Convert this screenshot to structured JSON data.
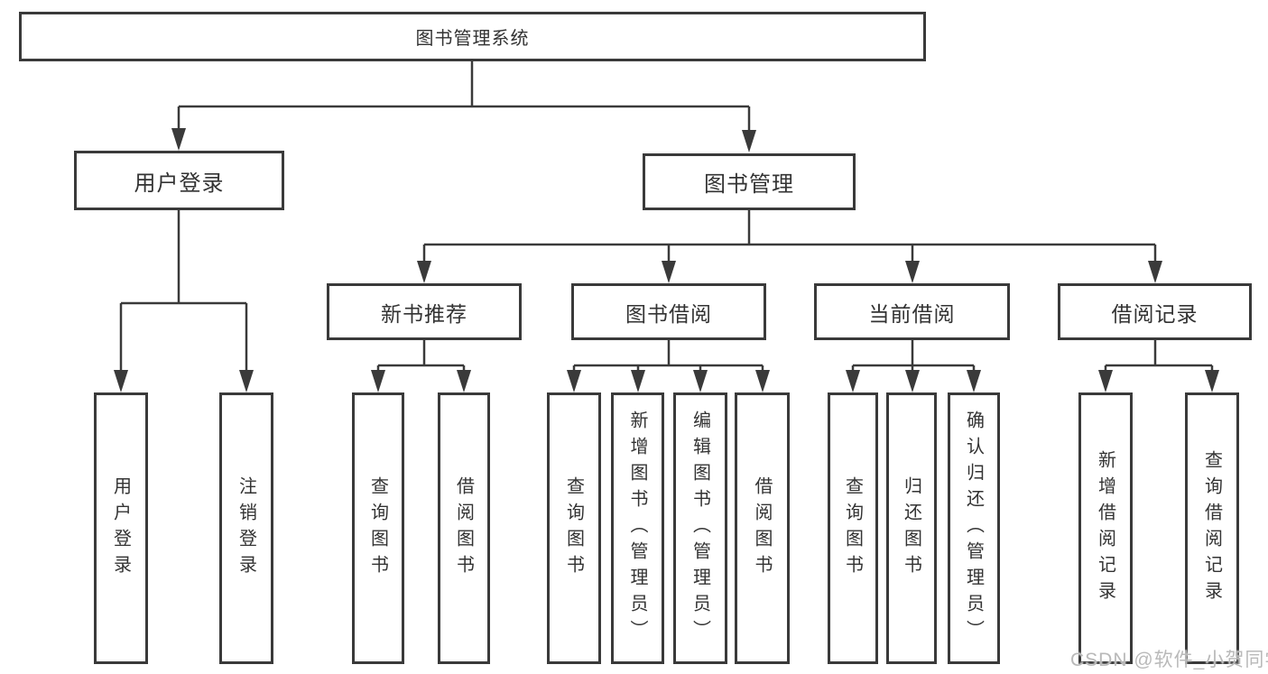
{
  "diagram": {
    "title": "图书管理系统",
    "root": {
      "label": "图书管理系统"
    },
    "branches": [
      {
        "label": "用户登录",
        "leaves": [
          {
            "label": "用户登录"
          },
          {
            "label": "注销登录"
          }
        ]
      },
      {
        "label": "图书管理",
        "groups": [
          {
            "label": "新书推荐",
            "leaves": [
              {
                "label": "查询图书"
              },
              {
                "label": "借阅图书"
              }
            ]
          },
          {
            "label": "图书借阅",
            "leaves": [
              {
                "label": "查询图书"
              },
              {
                "label": "新增图书（管理员）"
              },
              {
                "label": "编辑图书（管理员）"
              },
              {
                "label": "借阅图书"
              }
            ]
          },
          {
            "label": "当前借阅",
            "leaves": [
              {
                "label": "查询图书"
              },
              {
                "label": "归还图书"
              },
              {
                "label": "确认归还（管理员）"
              }
            ]
          },
          {
            "label": "借阅记录",
            "leaves": [
              {
                "label": "新增借阅记录"
              },
              {
                "label": "查询借阅记录"
              }
            ]
          }
        ]
      }
    ]
  },
  "watermark": {
    "text": "CSDN @软件_小贺同学"
  },
  "colors": {
    "line": "#3a3a3a",
    "box_border": "#3a3a3a",
    "text": "#333333",
    "watermark": "#b9b9b9",
    "background": "#ffffff"
  }
}
